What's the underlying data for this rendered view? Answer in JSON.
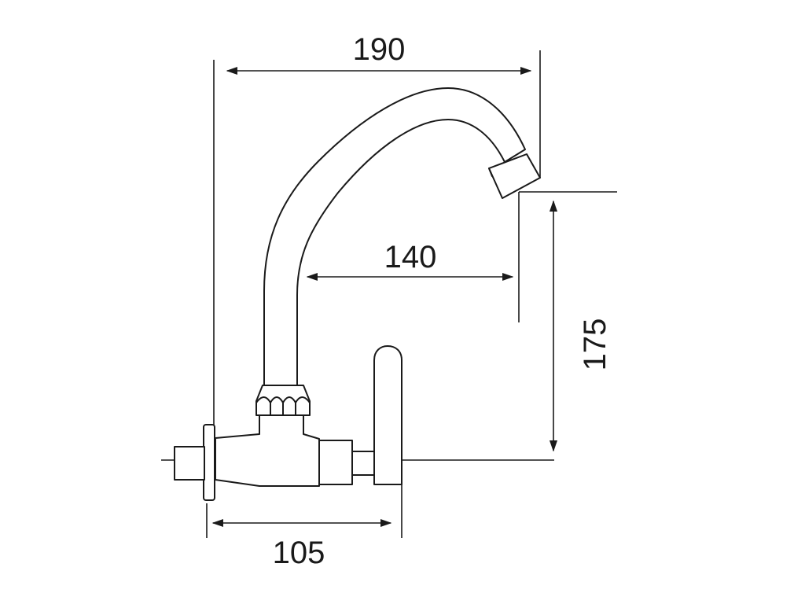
{
  "dimensions": {
    "total_reach": "190",
    "spout_reach": "140",
    "spout_height": "175",
    "body_depth": "105"
  },
  "colors": {
    "line": "#1a1a1a",
    "background": "#ffffff"
  }
}
